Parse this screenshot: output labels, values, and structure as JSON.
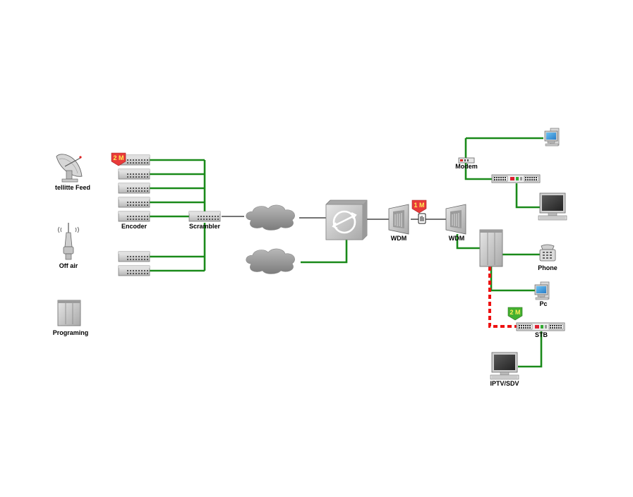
{
  "labels": {
    "satellite_feed": "tellitte Feed",
    "encoder": "Encoder",
    "scrambler": "Scrambler",
    "off_air": "Off air",
    "programing": "Programing",
    "wdm_left": "WDM",
    "wdm_right": "WDM",
    "modem": "Modem",
    "phone": "Phone",
    "pc": "Pc",
    "stb": "STB",
    "iptv": "IPTV/SDV"
  },
  "badges": {
    "encoder": "2 M",
    "wdm_link": "1 M",
    "stb": "2 M"
  },
  "colors": {
    "link_green": "#1a8a1a",
    "link_black": "#222222",
    "link_red_dashed": "#ee1111",
    "badge_red": "#e83a3a",
    "badge_green": "#44b030",
    "badge_text": "#ffee55",
    "cloud": "#9a9a9a",
    "device_gray": "#c8c8c8"
  }
}
